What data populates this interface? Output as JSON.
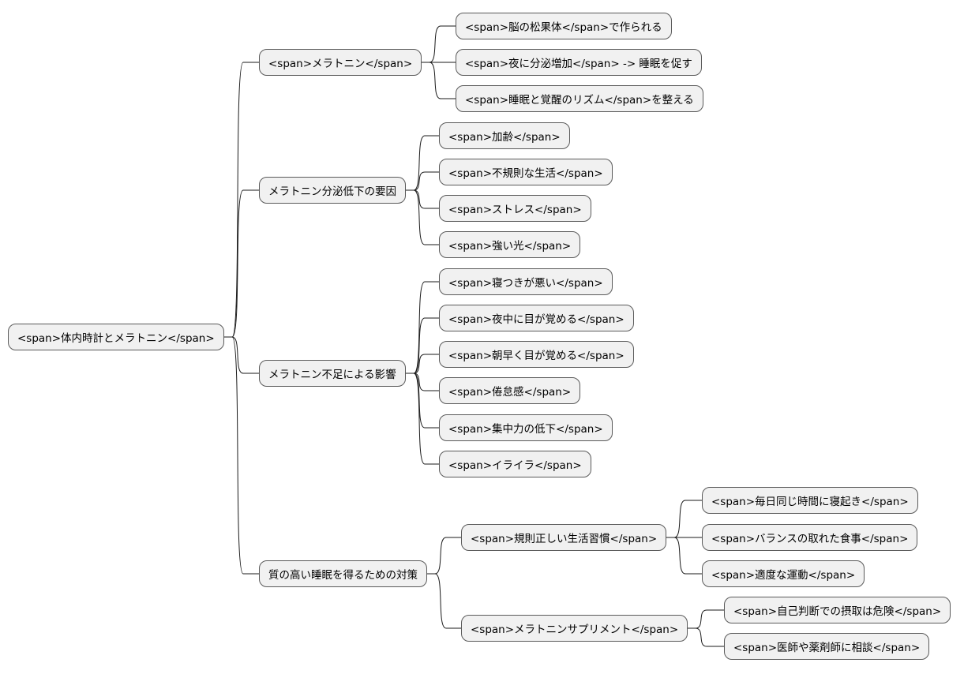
{
  "mindmap": {
    "root": "<span>体内時計とメラトニン</span>",
    "branches": [
      {
        "label": "<span>メラトニン</span>",
        "children": [
          {
            "label": "<span>脳の松果体</span>で作られる"
          },
          {
            "label": "<span>夜に分泌増加</span> -> 睡眠を促す"
          },
          {
            "label": "<span>睡眠と覚醒のリズム</span>を整える"
          }
        ]
      },
      {
        "label": "メラトニン分泌低下の要因",
        "children": [
          {
            "label": "<span>加齢</span>"
          },
          {
            "label": "<span>不規則な生活</span>"
          },
          {
            "label": "<span>ストレス</span>"
          },
          {
            "label": "<span>強い光</span>"
          }
        ]
      },
      {
        "label": "メラトニン不足による影響",
        "children": [
          {
            "label": "<span>寝つきが悪い</span>"
          },
          {
            "label": "<span>夜中に目が覚める</span>"
          },
          {
            "label": "<span>朝早く目が覚める</span>"
          },
          {
            "label": "<span>倦怠感</span>"
          },
          {
            "label": "<span>集中力の低下</span>"
          },
          {
            "label": "<span>イライラ</span>"
          }
        ]
      },
      {
        "label": "質の高い睡眠を得るための対策",
        "children": [
          {
            "label": "<span>規則正しい生活習慣</span>",
            "children": [
              {
                "label": "<span>毎日同じ時間に寝起き</span>"
              },
              {
                "label": "<span>バランスの取れた食事</span>"
              },
              {
                "label": "<span>適度な運動</span>"
              }
            ]
          },
          {
            "label": "<span>メラトニンサプリメント</span>",
            "children": [
              {
                "label": "<span>自己判断での摂取は危険</span>"
              },
              {
                "label": "<span>医師や薬剤師に相談</span>"
              }
            ]
          }
        ]
      }
    ]
  }
}
